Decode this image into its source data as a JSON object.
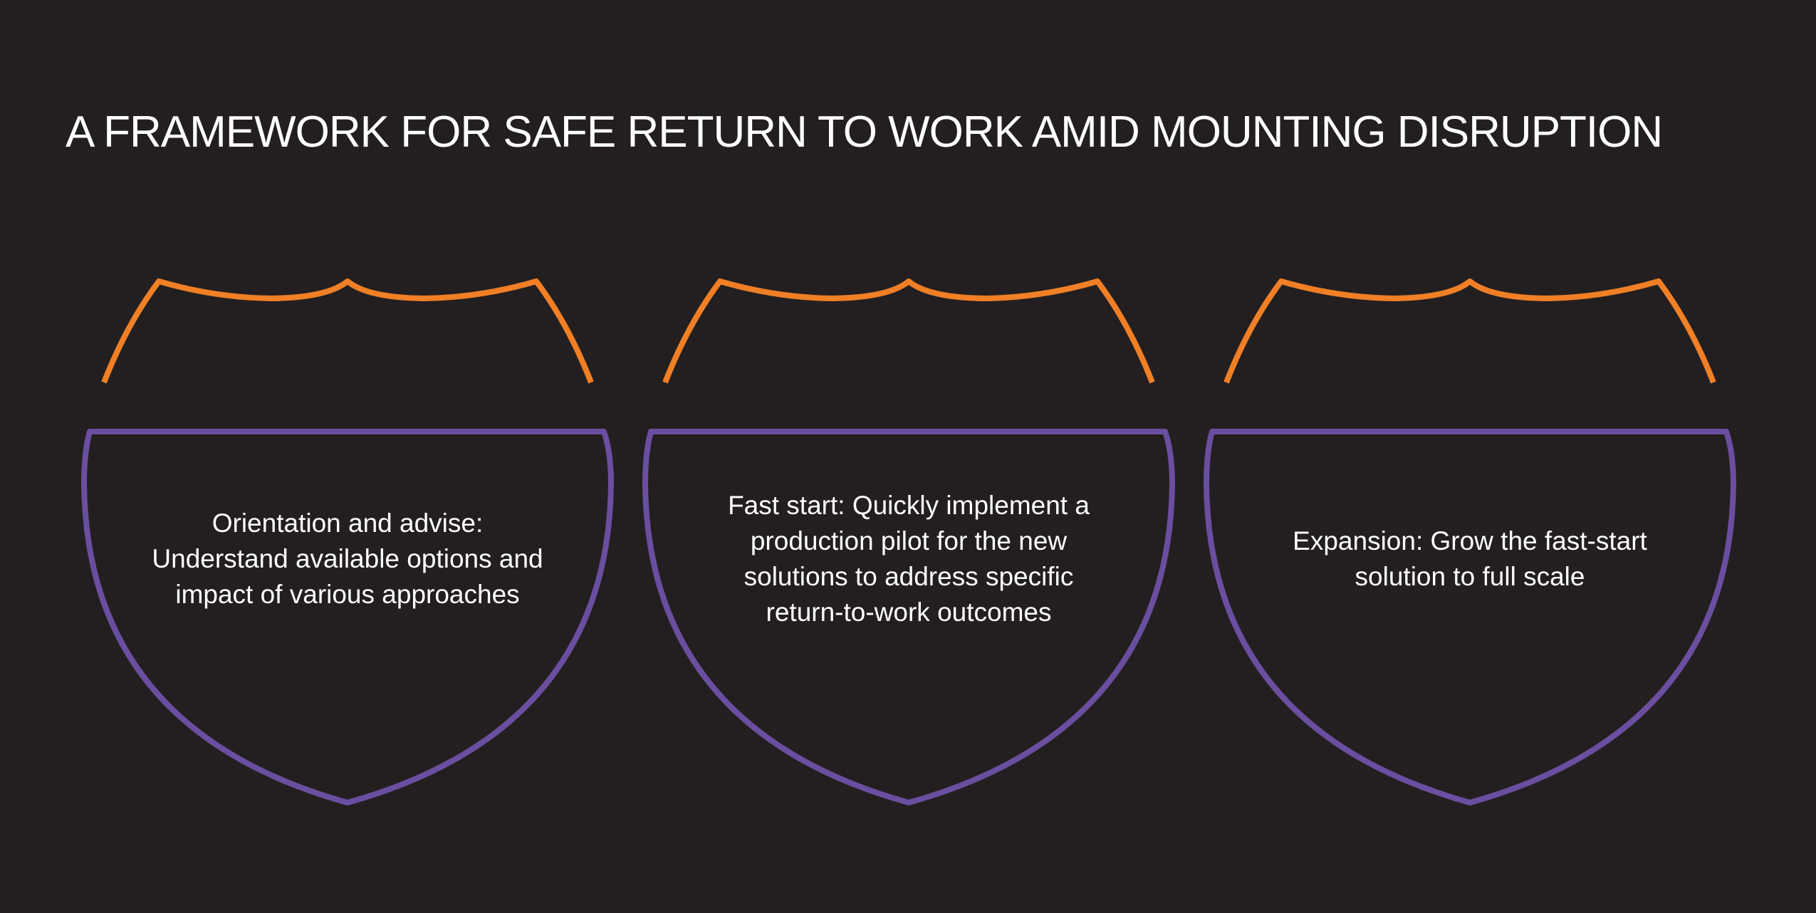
{
  "title": "A FRAMEWORK FOR SAFE RETURN TO WORK AMID MOUNTING DISRUPTION",
  "colors": {
    "background": "#231f20",
    "cap_stroke": "#f07f26",
    "body_stroke": "#6a4fa0",
    "text": "#ffffff"
  },
  "steps": [
    {
      "text": "Orientation and advise: Understand available options and impact of various approaches"
    },
    {
      "text": "Fast start: Quickly implement a production pilot for the new solutions to address specific return-to-work outcomes"
    },
    {
      "text": "Expansion: Grow the fast-start solution to full scale"
    }
  ]
}
